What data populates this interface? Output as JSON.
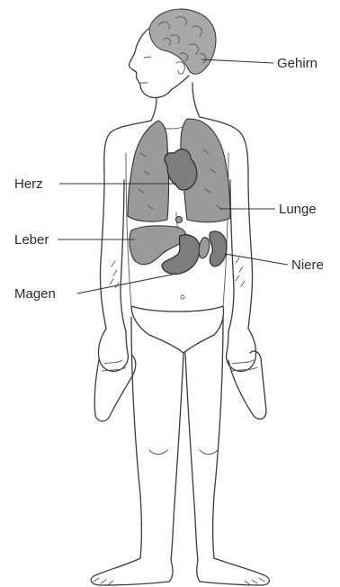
{
  "labels": {
    "brain": "Gehirn",
    "heart": "Herz",
    "lung": "Lunge",
    "liver": "Leber",
    "kidney": "Niere",
    "stomach": "Magen"
  }
}
